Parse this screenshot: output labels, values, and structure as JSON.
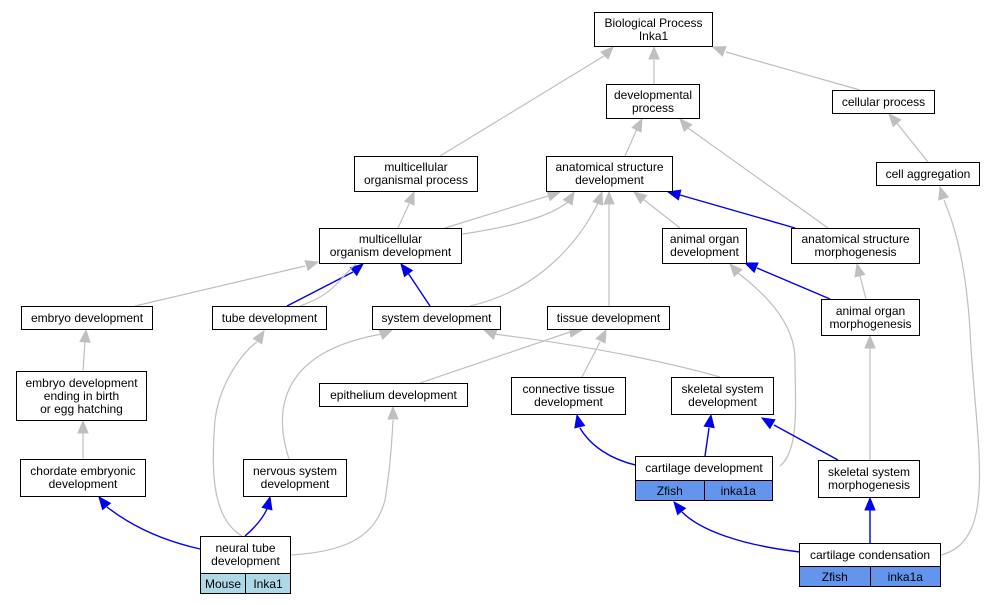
{
  "nodes": {
    "bp": "Biological Process\nInka1",
    "dev_process": "developmental\nprocess",
    "cellular_process": "cellular process",
    "multicellular_process": "multicellular\norganismal process",
    "anat_dev": "anatomical structure\ndevelopment",
    "cell_aggregation": "cell aggregation",
    "multi_org_dev": "multicellular\norganism development",
    "animal_organ_dev": "animal organ\ndevelopment",
    "anat_morph": "anatomical structure\nmorphogenesis",
    "embryo_dev": "embryo development",
    "tube_dev": "tube development",
    "system_dev": "system development",
    "tissue_dev": "tissue development",
    "animal_organ_morph": "animal organ\nmorphogenesis",
    "embryo_birth": "embryo development\nending in birth\nor egg hatching",
    "epithelium_dev": "epithelium development",
    "connective_dev": "connective tissue\ndevelopment",
    "skeletal_dev": "skeletal system\ndevelopment",
    "chordate_dev": "chordate embryonic\ndevelopment",
    "nervous_dev": "nervous system\ndevelopment",
    "cartilage_dev": "cartilage development",
    "skeletal_morph": "skeletal system\nmorphogenesis",
    "neural_tube_dev": "neural tube\ndevelopment",
    "cartilage_cond": "cartilage condensation"
  },
  "annotations": {
    "cartilage_dev": [
      "Zfish",
      "inka1a"
    ],
    "cartilage_cond": [
      "Zfish",
      "inka1a"
    ],
    "neural_tube_dev": [
      "Mouse",
      "Inka1"
    ]
  },
  "colors": {
    "edge_gray": "#bfbfbf",
    "edge_blue": "#0000ee",
    "annotation_zfish": "#6495ed",
    "annotation_mouse": "#add8e6"
  }
}
